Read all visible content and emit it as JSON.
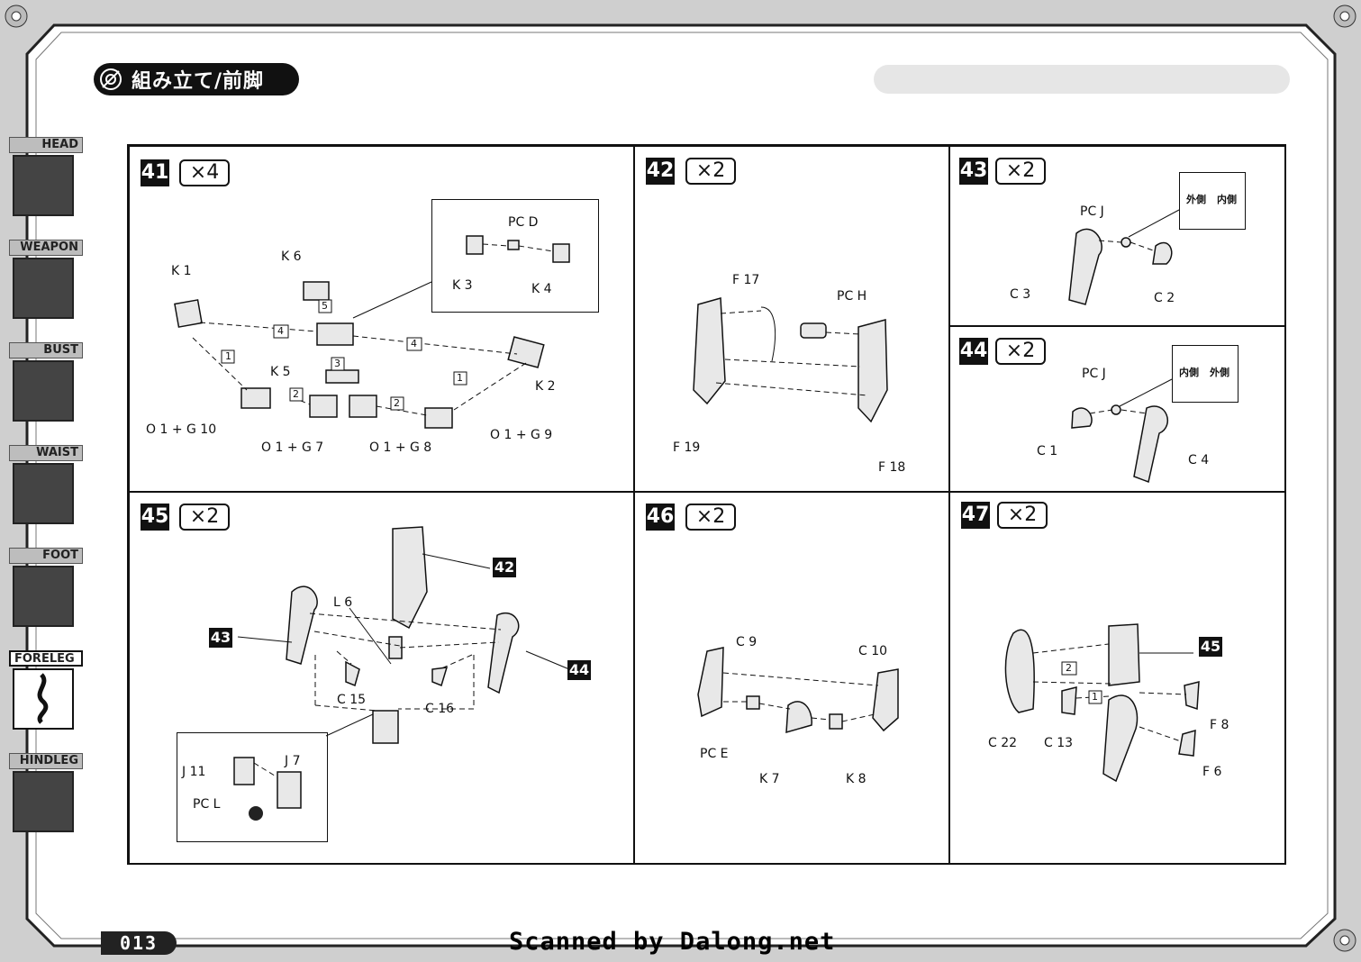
{
  "header": {
    "title": "組み立て/前脚"
  },
  "sidebar": {
    "tabs": [
      {
        "label": "HEAD",
        "active": false
      },
      {
        "label": "WEAPON",
        "active": false
      },
      {
        "label": "BUST",
        "active": false
      },
      {
        "label": "WAIST",
        "active": false
      },
      {
        "label": "FOOT",
        "active": false
      },
      {
        "label": "FORELEG",
        "active": true
      },
      {
        "label": "HINDLEG",
        "active": false
      }
    ]
  },
  "steps": [
    {
      "num": "41",
      "mult": "×4",
      "labels": [
        "K 1",
        "K 6",
        "K 5",
        "K 2",
        "PC D",
        "K 3",
        "K 4",
        "O 1 + G 10",
        "O 1 + G 7",
        "O 1 + G 8",
        "O 1 + G 9"
      ],
      "arrows": [
        "4",
        "5",
        "4",
        "3",
        "1",
        "2",
        "2",
        "1"
      ]
    },
    {
      "num": "42",
      "mult": "×2",
      "labels": [
        "F 17",
        "PC H",
        "F 19",
        "F 18"
      ]
    },
    {
      "num": "43",
      "mult": "×2",
      "labels": [
        "PC J",
        "C 3",
        "C 2"
      ],
      "note": [
        "外側",
        "内側"
      ]
    },
    {
      "num": "44",
      "mult": "×2",
      "labels": [
        "PC J",
        "C 1",
        "C 4"
      ],
      "note": [
        "内側",
        "外側"
      ]
    },
    {
      "num": "45",
      "mult": "×2",
      "labels": [
        "L 6",
        "C 15",
        "C 16",
        "J 11",
        "J 7",
        "PC L"
      ],
      "refs": [
        "42",
        "43",
        "44"
      ]
    },
    {
      "num": "46",
      "mult": "×2",
      "labels": [
        "C 9",
        "C 10",
        "PC E",
        "K 7",
        "K 8"
      ]
    },
    {
      "num": "47",
      "mult": "×2",
      "labels": [
        "C 22",
        "C 13",
        "F 8",
        "F 6"
      ],
      "arrows": [
        "2",
        "1"
      ],
      "refs": [
        "45"
      ]
    }
  ],
  "footer": {
    "page_number": "013",
    "scan_credit": "Scanned by Dalong.net"
  }
}
